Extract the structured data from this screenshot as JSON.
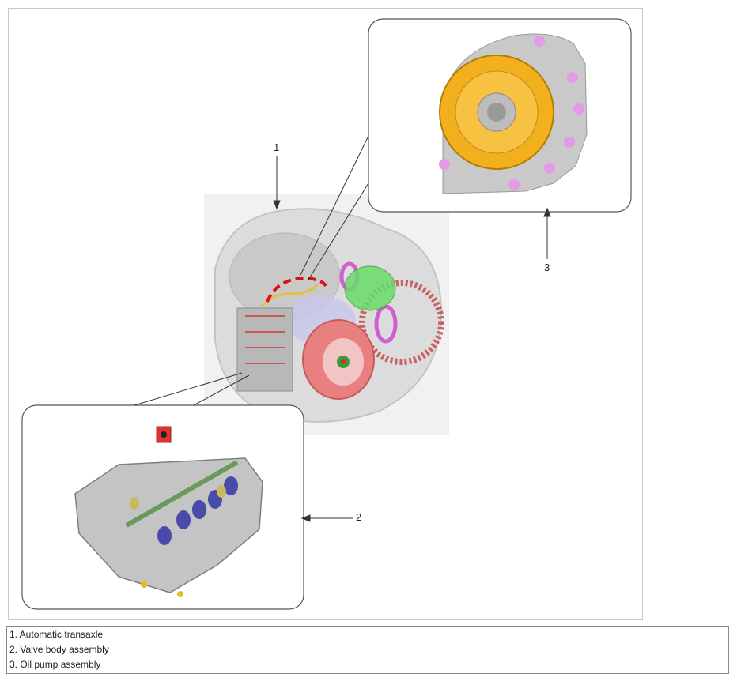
{
  "figure": {
    "callouts": [
      "1",
      "2",
      "3"
    ],
    "icons": [
      "automatic-transaxle-illustration",
      "valve-body-illustration",
      "oil-pump-illustration"
    ]
  },
  "legend": {
    "items": [
      "1. Automatic transaxle",
      "2. Valve body assembly",
      "3. Oil pump assembly"
    ],
    "right_cell": ""
  }
}
